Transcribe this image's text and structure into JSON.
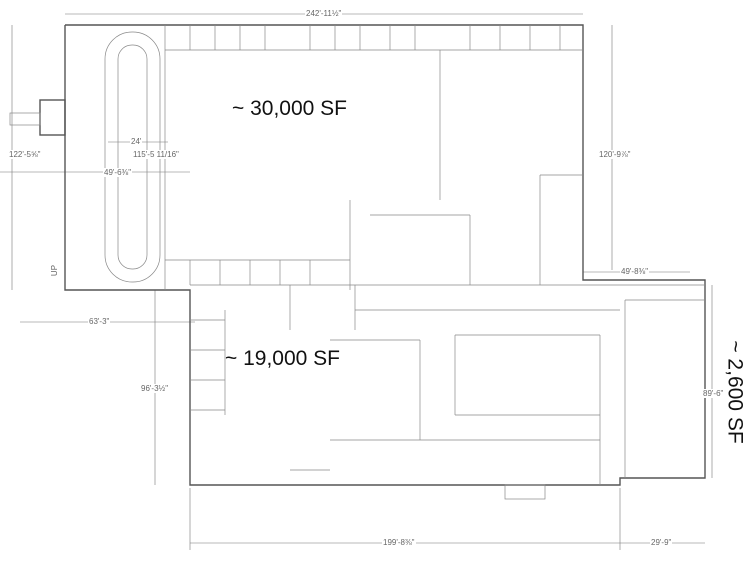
{
  "areas": {
    "main": "~ 30,000 SF",
    "lower": "~ 19,000 SF",
    "annex": "~ 2,600 SF"
  },
  "dimensions": {
    "top_width": "242'-11½\"",
    "left_height": "122'-5⅝\"",
    "track_width": "24'",
    "track_length": "115'-5 11/16\"",
    "wing_width": "49'-6⅜\"",
    "right_height": "120'-9⅞\"",
    "right_offset": "49'-8⅜\"",
    "lower_left_width": "63'-3\"",
    "lower_height": "96'-3½\"",
    "annex_height": "89'-6\"",
    "bottom_width": "199'-8⅜\"",
    "annex_width": "29'-9\""
  },
  "stair_label": "UP"
}
